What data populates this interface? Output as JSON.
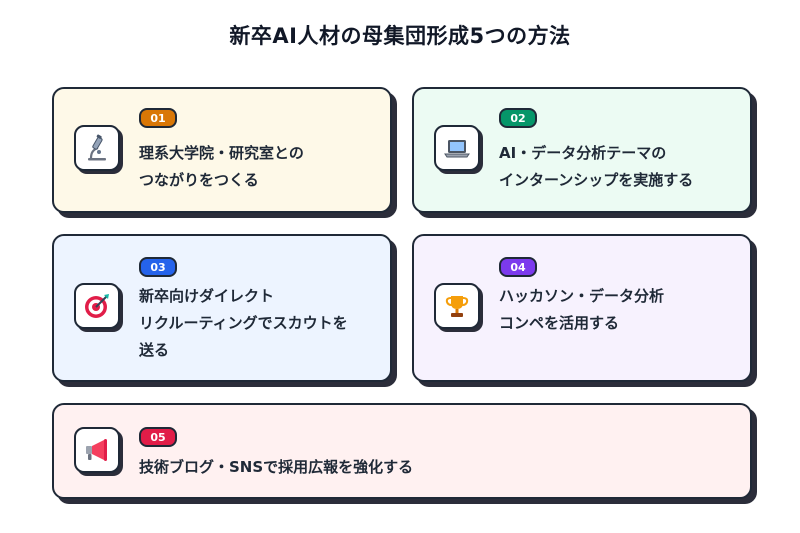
{
  "title": "新卒AI人材の母集団形成5つの方法",
  "cards": [
    {
      "number": "01",
      "lines": [
        "理系大学院・研究室との",
        "つながりをつくる"
      ],
      "icon": "microscope-icon",
      "color": "#d97706"
    },
    {
      "number": "02",
      "lines": [
        "AI・データ分析テーマの",
        "インターンシップを実施する"
      ],
      "icon": "laptop-icon",
      "color": "#059669"
    },
    {
      "number": "03",
      "lines": [
        "新卒向けダイレクト",
        "リクルーティングでスカウトを",
        "送る"
      ],
      "icon": "target-icon",
      "color": "#2563eb"
    },
    {
      "number": "04",
      "lines": [
        "ハッカソン・データ分析",
        "コンペを活用する"
      ],
      "icon": "trophy-icon",
      "color": "#7c3aed"
    },
    {
      "number": "05",
      "lines": [
        "技術ブログ・SNSで採用広報を強化する"
      ],
      "icon": "megaphone-icon",
      "color": "#e11d48"
    }
  ]
}
